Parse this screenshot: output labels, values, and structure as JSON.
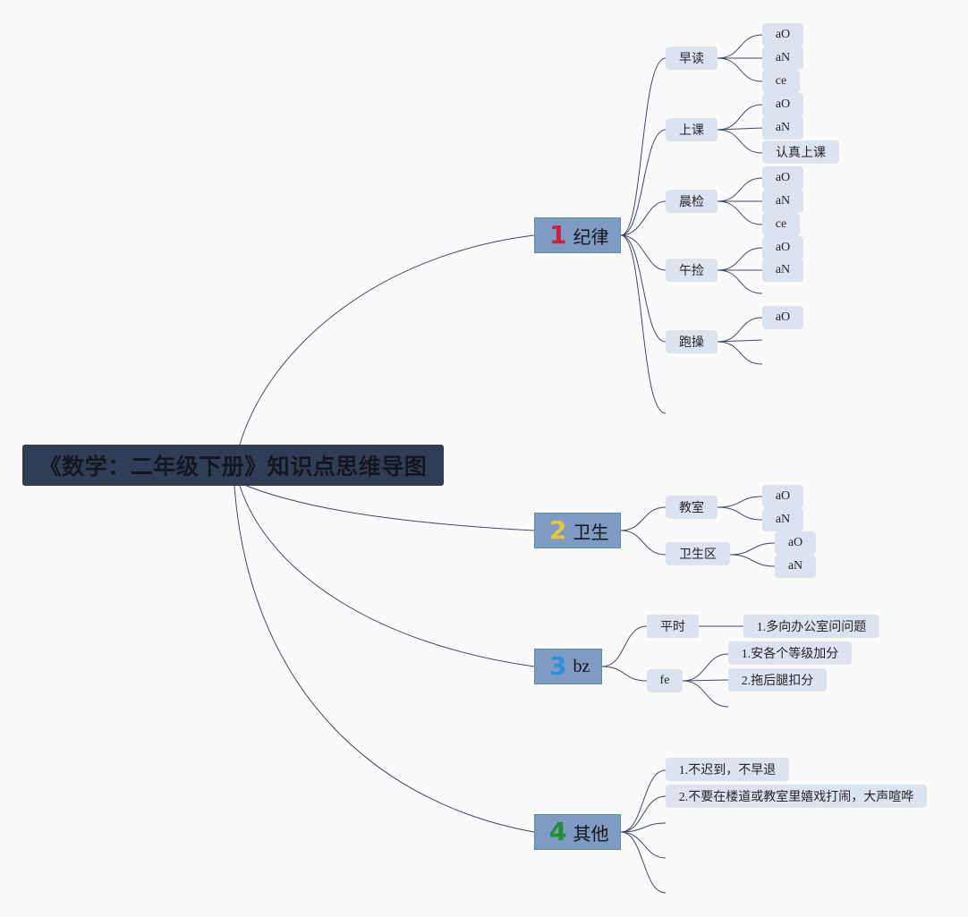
{
  "root": "《数学：二年级下册》知识点思维导图",
  "branches": [
    {
      "num": "1",
      "color": "#c8233b",
      "label": "纪律",
      "children": [
        {
          "label": "早读",
          "leaves": [
            "aO",
            "aN",
            "ce"
          ]
        },
        {
          "label": "上课",
          "leaves": [
            "aO",
            "aN",
            "认真上课"
          ]
        },
        {
          "label": "晨检",
          "leaves": [
            "aO",
            "aN",
            "ce"
          ]
        },
        {
          "label": "午捡",
          "leaves": [
            "aO",
            "aN"
          ]
        },
        {
          "label": "跑操",
          "leaves": [
            "aO"
          ]
        }
      ]
    },
    {
      "num": "2",
      "color": "#e8c53f",
      "label": "卫生",
      "children": [
        {
          "label": "教室",
          "leaves": [
            "aO",
            "aN"
          ]
        },
        {
          "label": "卫生区",
          "leaves": [
            "aO",
            "aN"
          ]
        }
      ]
    },
    {
      "num": "3",
      "color": "#2f8fd8",
      "label": "bz",
      "children": [
        {
          "label": "平时",
          "leaves": [
            "1.多向办公室问问题"
          ]
        },
        {
          "label": "fe",
          "leaves": [
            "1.安各个等级加分",
            "2.拖后腿扣分"
          ]
        }
      ]
    },
    {
      "num": "4",
      "color": "#1f8f33",
      "label": "其他",
      "children": [
        {
          "label": "1.不迟到，不早退"
        },
        {
          "label": "2.不要在楼道或教室里嬉戏打闹，大声喧哗"
        }
      ]
    }
  ]
}
